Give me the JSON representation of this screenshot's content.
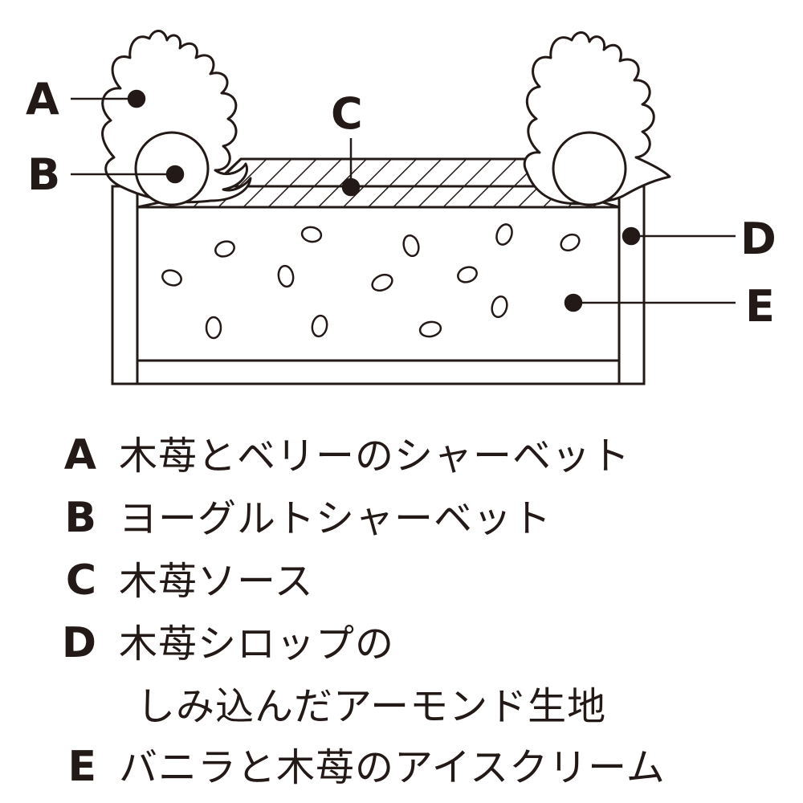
{
  "diagram": {
    "callouts": [
      "A",
      "B",
      "C",
      "D",
      "E"
    ]
  },
  "legend": [
    {
      "letter": "A",
      "lines": [
        "木苺とベリーのシャーベット"
      ]
    },
    {
      "letter": "B",
      "lines": [
        "ヨーグルトシャーベット"
      ]
    },
    {
      "letter": "C",
      "lines": [
        "木苺ソース"
      ]
    },
    {
      "letter": "D",
      "lines": [
        "木苺シロップの",
        "しみ込んだアーモンド生地"
      ]
    },
    {
      "letter": "E",
      "lines": [
        "バニラと木苺のアイスクリーム"
      ]
    }
  ],
  "colors": {
    "ink": "#231916",
    "background": "#ffffff"
  }
}
